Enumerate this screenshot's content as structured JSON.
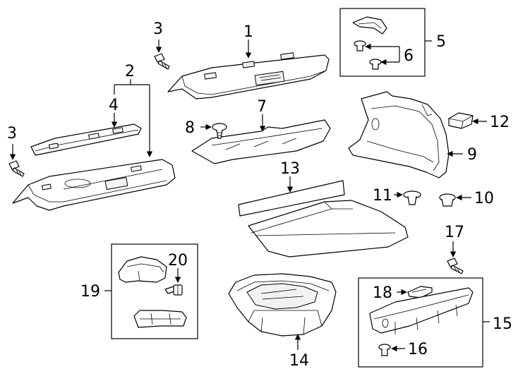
{
  "labels": {
    "l1": "1",
    "l2": "2",
    "l3a": "3",
    "l3b": "3",
    "l4": "4",
    "l5": "5",
    "l6": "6",
    "l7": "7",
    "l8": "8",
    "l9": "9",
    "l10": "10",
    "l11": "11",
    "l12": "12",
    "l13": "13",
    "l14": "14",
    "l15": "15",
    "l16": "16",
    "l17": "17",
    "l18": "18",
    "l19": "19",
    "l20": "20"
  }
}
